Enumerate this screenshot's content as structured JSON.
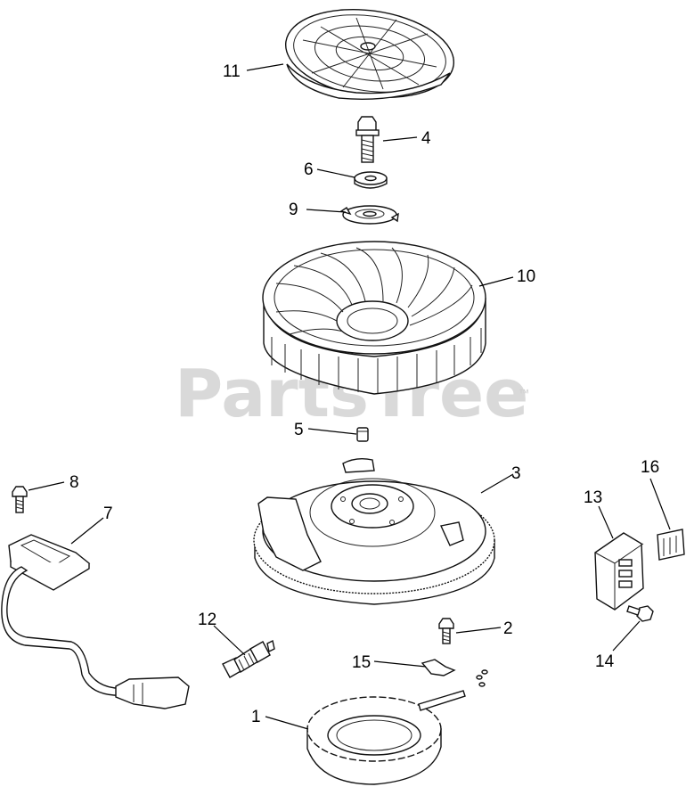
{
  "watermark": {
    "text": "PartsTree",
    "trademark": "™"
  },
  "callouts": [
    {
      "id": "1",
      "part": "stator"
    },
    {
      "id": "2",
      "part": "screw"
    },
    {
      "id": "3",
      "part": "flywheel"
    },
    {
      "id": "4",
      "part": "flywheel-bolt"
    },
    {
      "id": "5",
      "part": "key"
    },
    {
      "id": "6",
      "part": "washer"
    },
    {
      "id": "7",
      "part": "ignition-module"
    },
    {
      "id": "8",
      "part": "screw"
    },
    {
      "id": "9",
      "part": "fan-mounting-plate"
    },
    {
      "id": "10",
      "part": "cooling-fan"
    },
    {
      "id": "11",
      "part": "debris-screen"
    },
    {
      "id": "12",
      "part": "spark-plug"
    },
    {
      "id": "13",
      "part": "rectifier-regulator"
    },
    {
      "id": "14",
      "part": "screw"
    },
    {
      "id": "15",
      "part": "terminal"
    },
    {
      "id": "16",
      "part": "connector"
    }
  ]
}
